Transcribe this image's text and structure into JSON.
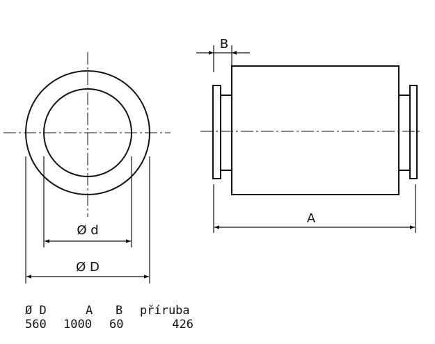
{
  "diagram": {
    "labels": {
      "inner_diameter": "Ø d",
      "outer_diameter": "Ø D",
      "flange_width": "B",
      "length": "A"
    }
  },
  "table": {
    "headers": [
      "Ø D",
      "A",
      "B",
      "příruba"
    ],
    "values": [
      "560",
      "1000",
      "60",
      "426"
    ]
  }
}
